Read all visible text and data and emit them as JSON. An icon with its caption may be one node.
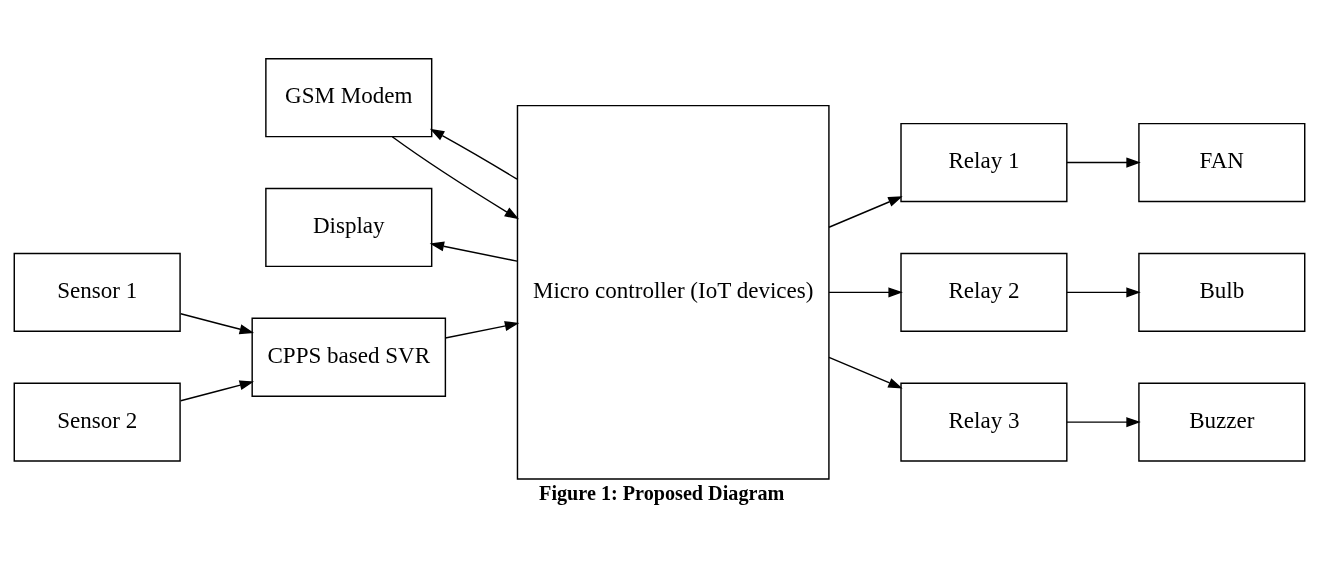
{
  "diagram": {
    "caption": "Figure 1: Proposed Diagram",
    "nodes": [
      {
        "text": [
          "GSM Modem"
        ]
      },
      {
        "text": [
          "Micro controller (IoT devices)"
        ]
      },
      {
        "text": [
          "Sensor 1"
        ]
      },
      {
        "text": [
          "Sensor 2"
        ]
      },
      {
        "text": [
          "CPPS based SVR"
        ]
      },
      {
        "text": [
          "Display"
        ]
      },
      {
        "text": [
          "Relay 1"
        ]
      },
      {
        "text": [
          "Relay 2"
        ]
      },
      {
        "text": [
          "Relay 3"
        ]
      },
      {
        "text": [
          "FAN"
        ]
      },
      {
        "text": [
          "Bulb"
        ]
      },
      {
        "text": [
          "Buzzer"
        ]
      }
    ],
    "edges": [
      {
        "from": 0,
        "to": 1,
        "arrow": "to"
      },
      {
        "from": 1,
        "to": 0,
        "arrow": "to"
      },
      {
        "from": 2,
        "to": 4,
        "arrow": "to"
      },
      {
        "from": 3,
        "to": 4,
        "arrow": "to"
      },
      {
        "from": 4,
        "to": 1,
        "arrow": "to"
      },
      {
        "from": 1,
        "to": 5,
        "arrow": "to"
      },
      {
        "from": 1,
        "to": 6,
        "arrow": "to"
      },
      {
        "from": 1,
        "to": 7,
        "arrow": "to"
      },
      {
        "from": 1,
        "to": 8,
        "arrow": "to"
      },
      {
        "from": 6,
        "to": 9,
        "arrow": "to"
      },
      {
        "from": 7,
        "to": 10,
        "arrow": "to"
      },
      {
        "from": 8,
        "to": 11,
        "arrow": "to"
      }
    ]
  }
}
